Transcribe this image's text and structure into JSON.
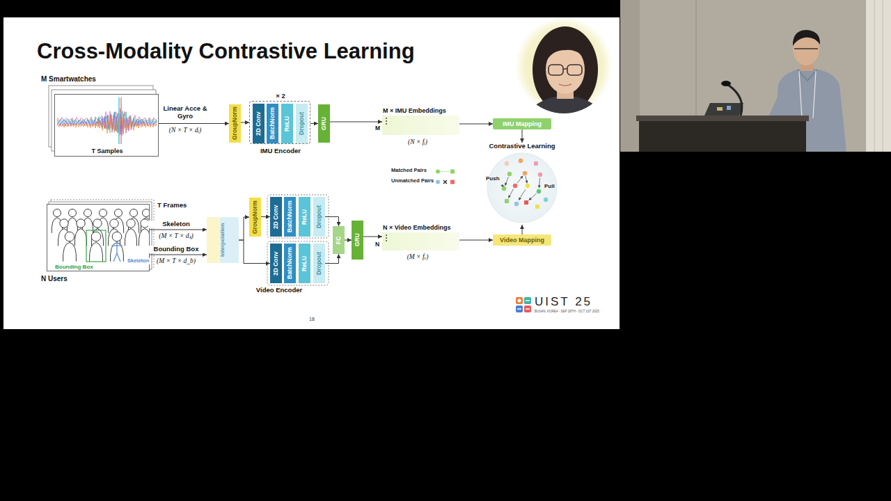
{
  "diagram": {
    "title": "Cross-Modality Contrastive Learning",
    "nodes": [
      {
        "text": [
          "M Smartwatches",
          "T Samples"
        ]
      },
      {
        "text": [
          "GroupNorm"
        ]
      },
      {
        "text": [
          "× 2",
          "IMU Encoder"
        ]
      },
      {
        "text": [
          "2D Conv"
        ],
        "in": 2
      },
      {
        "text": [
          "BatchNorm"
        ],
        "in": 2
      },
      {
        "text": [
          "ReLU"
        ],
        "in": 2
      },
      {
        "text": [
          "Dropout"
        ],
        "in": 2
      },
      {
        "text": [
          "GRU"
        ]
      },
      {
        "text": [
          "M × IMU Embeddings",
          "M",
          "(N × fᵢ)"
        ]
      },
      {
        "text": [
          "IMU Mapping"
        ]
      },
      {
        "text": [
          "Contrastive Learning",
          "Push",
          "Pull"
        ]
      },
      {
        "text": [
          "T Frames",
          "Bounding Box",
          "Skeleton",
          "N Users"
        ]
      },
      {
        "text": [
          "Interpolation"
        ]
      },
      {
        "text": [
          "GroupNorm"
        ]
      },
      {
        "text": [
          "2D Conv"
        ]
      },
      {
        "text": [
          "BatchNorm"
        ]
      },
      {
        "text": [
          "ReLU"
        ]
      },
      {
        "text": [
          "Dropout"
        ]
      },
      {
        "text": [
          "2D Conv"
        ]
      },
      {
        "text": [
          "BatchNorm"
        ]
      },
      {
        "text": [
          "ReLU"
        ]
      },
      {
        "text": [
          "Dropout"
        ]
      },
      {
        "text": [
          "FC"
        ]
      },
      {
        "text": [
          "GRU"
        ]
      },
      {
        "text": [
          "N × Video Embeddings",
          "N",
          "(M × fᵥ)"
        ]
      },
      {
        "text": [
          "Video Mapping"
        ]
      }
    ],
    "edges": [
      {
        "from": 0,
        "to": 1,
        "label": "Linear Acce & Gyro",
        "arrow": "to"
      },
      {
        "from": 1,
        "to": 2,
        "arrow": "to"
      },
      {
        "from": 2,
        "to": 7,
        "arrow": "to"
      },
      {
        "from": 7,
        "to": 8,
        "arrow": "to"
      },
      {
        "from": 8,
        "to": 9,
        "arrow": "to"
      },
      {
        "from": 9,
        "to": 10,
        "arrow": "to"
      },
      {
        "from": 11,
        "to": 12,
        "label": "Skeleton",
        "arrow": "to"
      },
      {
        "from": 11,
        "to": 12,
        "label": "Bounding Box",
        "arrow": "to"
      },
      {
        "from": 12,
        "to": 13,
        "arrow": "to"
      },
      {
        "from": 12,
        "to": 18,
        "arrow": "to"
      },
      {
        "from": 13,
        "to": 14,
        "arrow": "to"
      },
      {
        "from": 17,
        "to": 22,
        "arrow": "to"
      },
      {
        "from": 21,
        "to": 22,
        "arrow": "to"
      },
      {
        "from": 22,
        "to": 23,
        "arrow": "to"
      },
      {
        "from": 23,
        "to": 24,
        "arrow": "to"
      },
      {
        "from": 24,
        "to": 25,
        "arrow": "to"
      },
      {
        "from": 25,
        "to": 10,
        "arrow": "to"
      }
    ],
    "labels": [
      "(N × T × dᵢ)",
      "(M × T × dₖ)",
      "(M × T × d_b)",
      "Video Encoder",
      "18",
      "UIST 25",
      "BUSAN, KOREA · SEP 28TH - OCT 1ST 2025"
    ],
    "legend": [
      {
        "text": "Matched Pairs"
      },
      {
        "text": "Unmatched Pairs"
      }
    ]
  }
}
